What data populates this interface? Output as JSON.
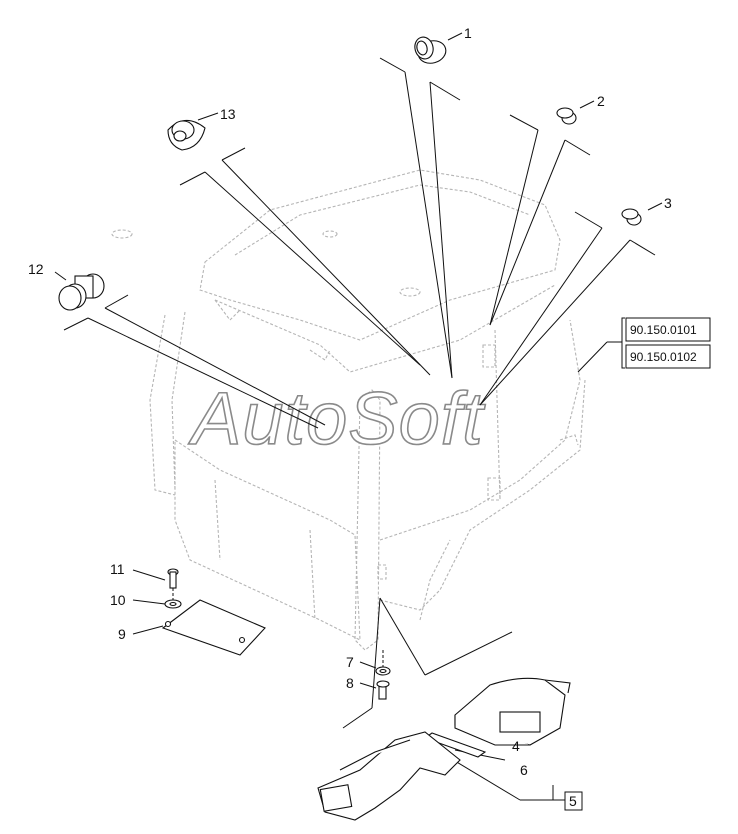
{
  "watermark": "AutoSoft",
  "callouts": {
    "c1": "1",
    "c2": "2",
    "c3": "3",
    "c4": "4",
    "c5": "5",
    "c6": "6",
    "c7": "7",
    "c8": "8",
    "c9": "9",
    "c10": "10",
    "c11": "11",
    "c12": "12",
    "c13": "13"
  },
  "references": {
    "ref1": "90.150.0101",
    "ref2": "90.150.0102"
  },
  "colors": {
    "line": "#111111",
    "cab_outline": "#b5b5b5",
    "watermark_stroke": "#8a8a8a"
  }
}
